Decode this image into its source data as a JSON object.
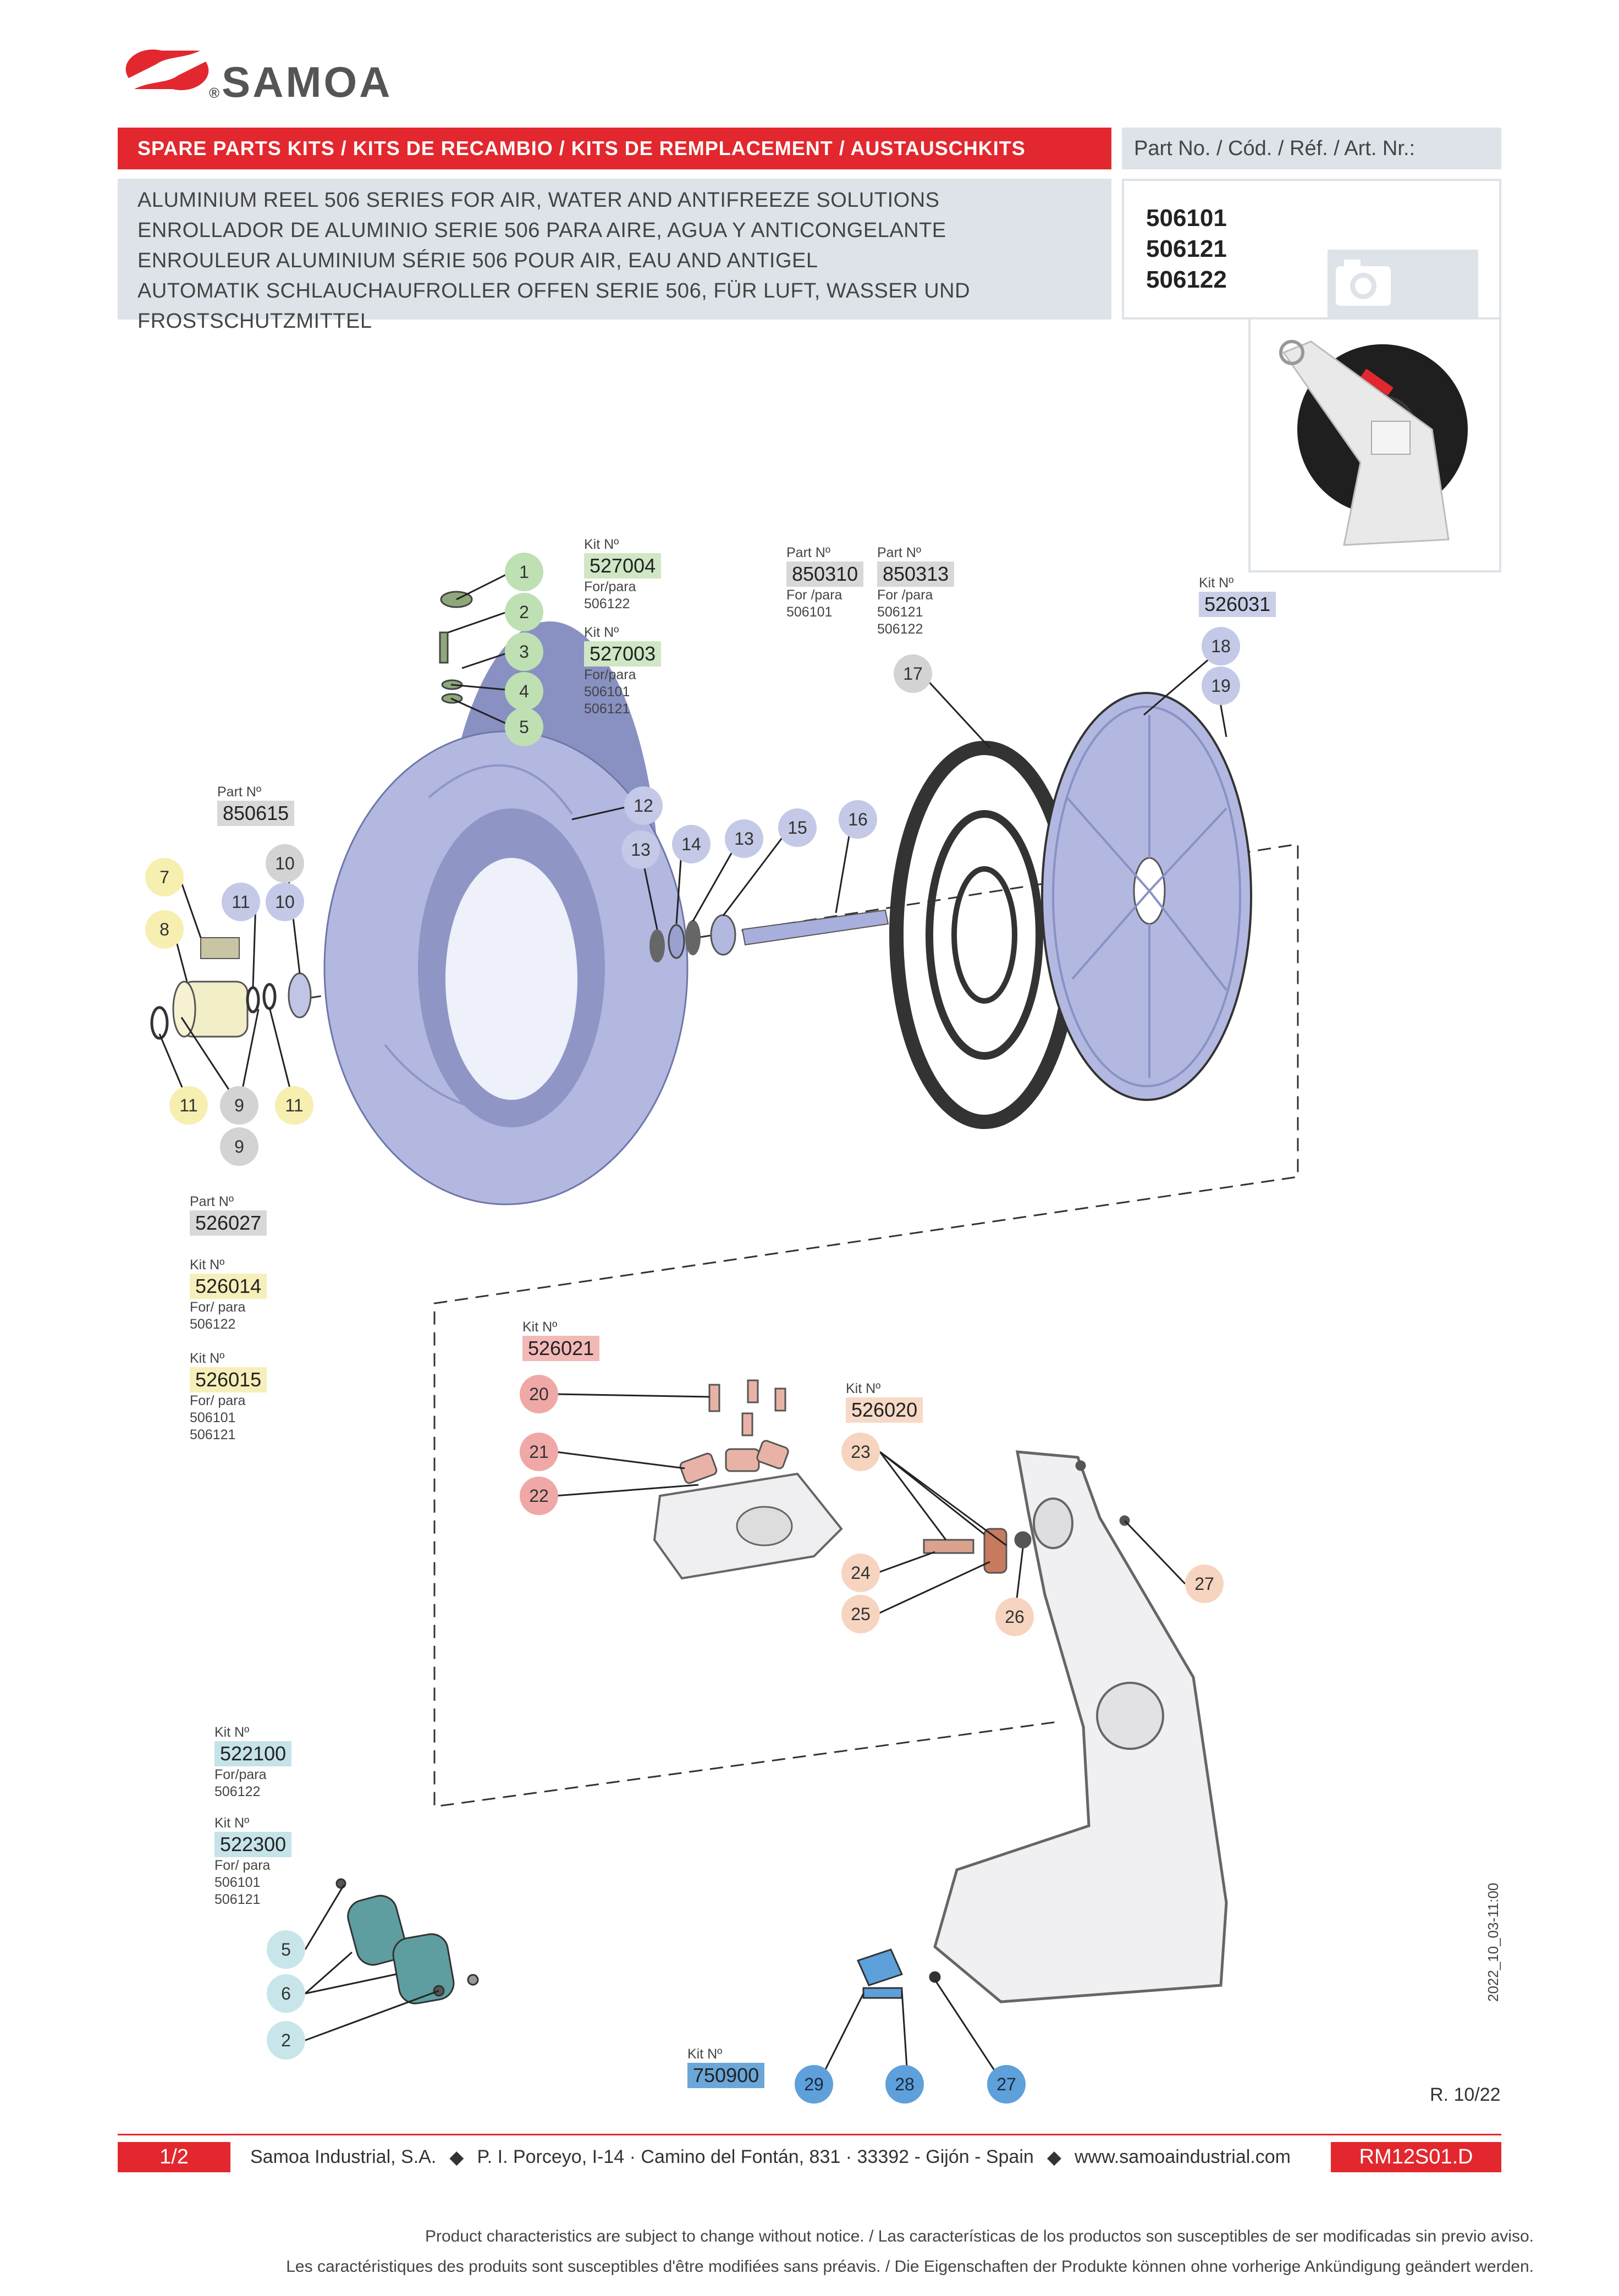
{
  "brand": {
    "name": "SAMOA",
    "registered": "®"
  },
  "header": {
    "banner": "SPARE PARTS KITS / KITS DE RECAMBIO / KITS DE REMPLACEMENT / AUSTAUSCHKITS",
    "part_label": "Part No. / Cód. / Réf. / Art. Nr.:",
    "description": [
      "ALUMINIUM REEL 506 SERIES FOR AIR, WATER AND ANTIFREEZE SOLUTIONS",
      "ENROLLADOR DE ALUMINIO SERIE 506 PARA AIRE, AGUA Y ANTICONGELANTE",
      "ENROULEUR ALUMINIUM SÉRIE 506 POUR AIR, EAU AND ANTIGEL",
      "AUTOMATIK SCHLAUCHAUFROLLER OFFEN SERIE 506, FÜR LUFT, WASSER UND FROSTSCHUTZMITTEL"
    ],
    "part_numbers": [
      "506101",
      "506121",
      "506122"
    ]
  },
  "labels": {
    "kit527004": {
      "head": "Kit Nº",
      "code": "527004",
      "for": "For/para",
      "models": [
        "506122"
      ]
    },
    "kit527003": {
      "head": "Kit Nº",
      "code": "527003",
      "for": "For/para",
      "models": [
        "506101",
        "506121"
      ]
    },
    "part850310": {
      "head": "Part Nº",
      "code": "850310",
      "for": "For /para",
      "models": [
        "506101"
      ]
    },
    "part850313": {
      "head": "Part Nº",
      "code": "850313",
      "for": "For /para",
      "models": [
        "506121",
        "506122"
      ]
    },
    "kit526031": {
      "head": "Kit Nº",
      "code": "526031"
    },
    "part850615": {
      "head": "Part Nº",
      "code": "850615"
    },
    "part526027": {
      "head": "Part Nº",
      "code": "526027"
    },
    "kit526014": {
      "head": "Kit Nº",
      "code": "526014",
      "for": "For/ para",
      "models": [
        "506122"
      ]
    },
    "kit526015": {
      "head": "Kit Nº",
      "code": "526015",
      "for": "For/ para",
      "models": [
        "506101",
        "506121"
      ]
    },
    "kit526021": {
      "head": "Kit Nº",
      "code": "526021"
    },
    "kit526020": {
      "head": "Kit Nº",
      "code": "526020"
    },
    "kit522100": {
      "head": "Kit Nº",
      "code": "522100",
      "for": "For/para",
      "models": [
        "506122"
      ]
    },
    "kit522300": {
      "head": "Kit Nº",
      "code": "522300",
      "for": "For/ para",
      "models": [
        "506101",
        "506121"
      ]
    },
    "kit750900": {
      "head": "Kit Nº",
      "code": "750900"
    }
  },
  "bubbles": {
    "b1": "1",
    "b2": "2",
    "b3": "3",
    "b4": "4",
    "b5": "5",
    "b17": "17",
    "b18": "18",
    "b19": "19",
    "b12": "12",
    "b13a": "13",
    "b14": "14",
    "b13b": "13",
    "b15": "15",
    "b16": "16",
    "b10a": "10",
    "b7": "7",
    "b11a": "11",
    "b10b": "10",
    "b8": "8",
    "b11b": "11",
    "b9a": "9",
    "b11c": "11",
    "b9b": "9",
    "b20": "20",
    "b21": "21",
    "b22": "22",
    "b23": "23",
    "b24": "24",
    "b25": "25",
    "b26": "26",
    "b27a": "27",
    "b5b": "5",
    "b6": "6",
    "b2b": "2",
    "b29": "29",
    "b28": "28",
    "b27b": "27"
  },
  "revision": "R. 10/22",
  "timestamp": "2022_10_03-11:00",
  "footer": {
    "page": "1/2",
    "company": "Samoa Industrial, S.A.",
    "address": "P. I. Porceyo,  I-14 · Camino del Fontán, 831 · 33392 - Gijón - Spain",
    "web": "www.samoaindustrial.com",
    "doc_code": "RM12S01.D",
    "separator": "◆",
    "disclaimer_1": "Product characteristics are subject to change without notice. / Las características de los productos son susceptibles de ser modificadas sin previo aviso.",
    "disclaimer_2": "Les caractéristiques des produits sont susceptibles d'être modifiées sans préavis. / Die Eigenschaften der Produkte können ohne vorherige Ankündigung geändert werden."
  },
  "icons": {
    "camera": "camera-icon",
    "logo": "samoa-logo-icon"
  },
  "colors": {
    "brand_red": "#e2282e",
    "panel_grey": "#dde3e8",
    "part_blue": "#b7bde0"
  }
}
